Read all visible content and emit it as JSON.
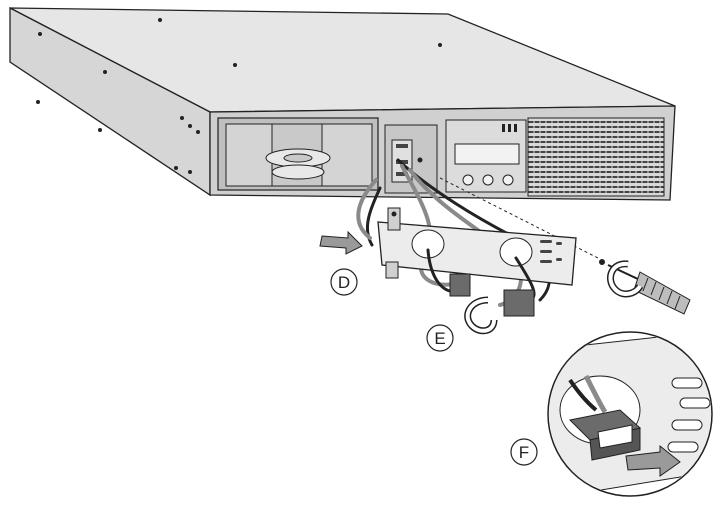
{
  "callouts": [
    {
      "id": "D",
      "label": "D"
    },
    {
      "id": "E",
      "label": "E"
    },
    {
      "id": "F",
      "label": "F"
    }
  ],
  "colors": {
    "ups_body": "#e4e4e4",
    "ups_face": "#cfcfcf",
    "line": "#222222",
    "cable_gray": "#8a8a8a",
    "connector": "#6b6b6b",
    "arrow": "#9a9a9a"
  },
  "icons": [
    "ups-unit",
    "battery-tray",
    "lcd-display",
    "vent-grille",
    "cover-plate",
    "screwdriver",
    "rotate-arrow-icon",
    "push-arrow-icon",
    "connector",
    "magnifier-inset"
  ]
}
